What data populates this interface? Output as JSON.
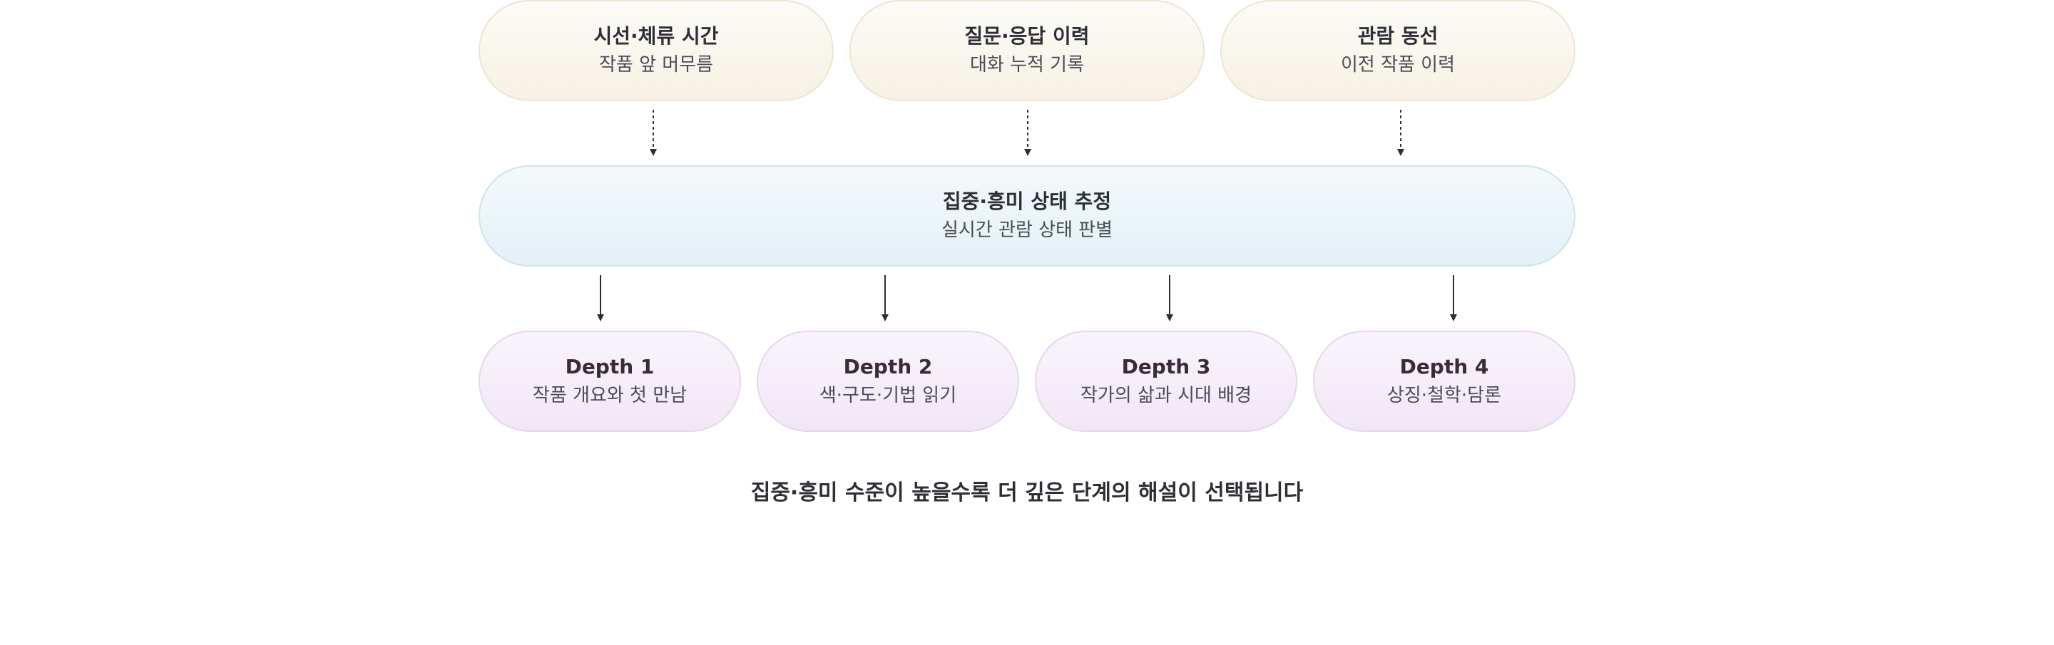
{
  "inputs": [
    {
      "title": "시선·체류 시간",
      "sub": "작품 앞 머무름"
    },
    {
      "title": "질문·응답 이력",
      "sub": "대화 누적 기록"
    },
    {
      "title": "관람 동선",
      "sub": "이전 작품 이력"
    }
  ],
  "state": {
    "title": "집중·흥미 상태 추정",
    "sub": "실시간 관람 상태 판별"
  },
  "depths": [
    {
      "title": "Depth 1",
      "sub": "작품 개요와 첫 만남"
    },
    {
      "title": "Depth 2",
      "sub": "색·구도·기법 읽기"
    },
    {
      "title": "Depth 3",
      "sub": "작가의 삶과 시대 배경"
    },
    {
      "title": "Depth 4",
      "sub": "상징·철학·담론"
    }
  ],
  "caption": "집중·흥미 수준이 높을수록 더 깊은 단계의 해설이 선택됩니다",
  "colors": {
    "input_fill": "#f6f1e4",
    "state_fill": "#e3f1f7",
    "depth_fill": "#f1e6f6",
    "arrow": "#2e2f35"
  }
}
